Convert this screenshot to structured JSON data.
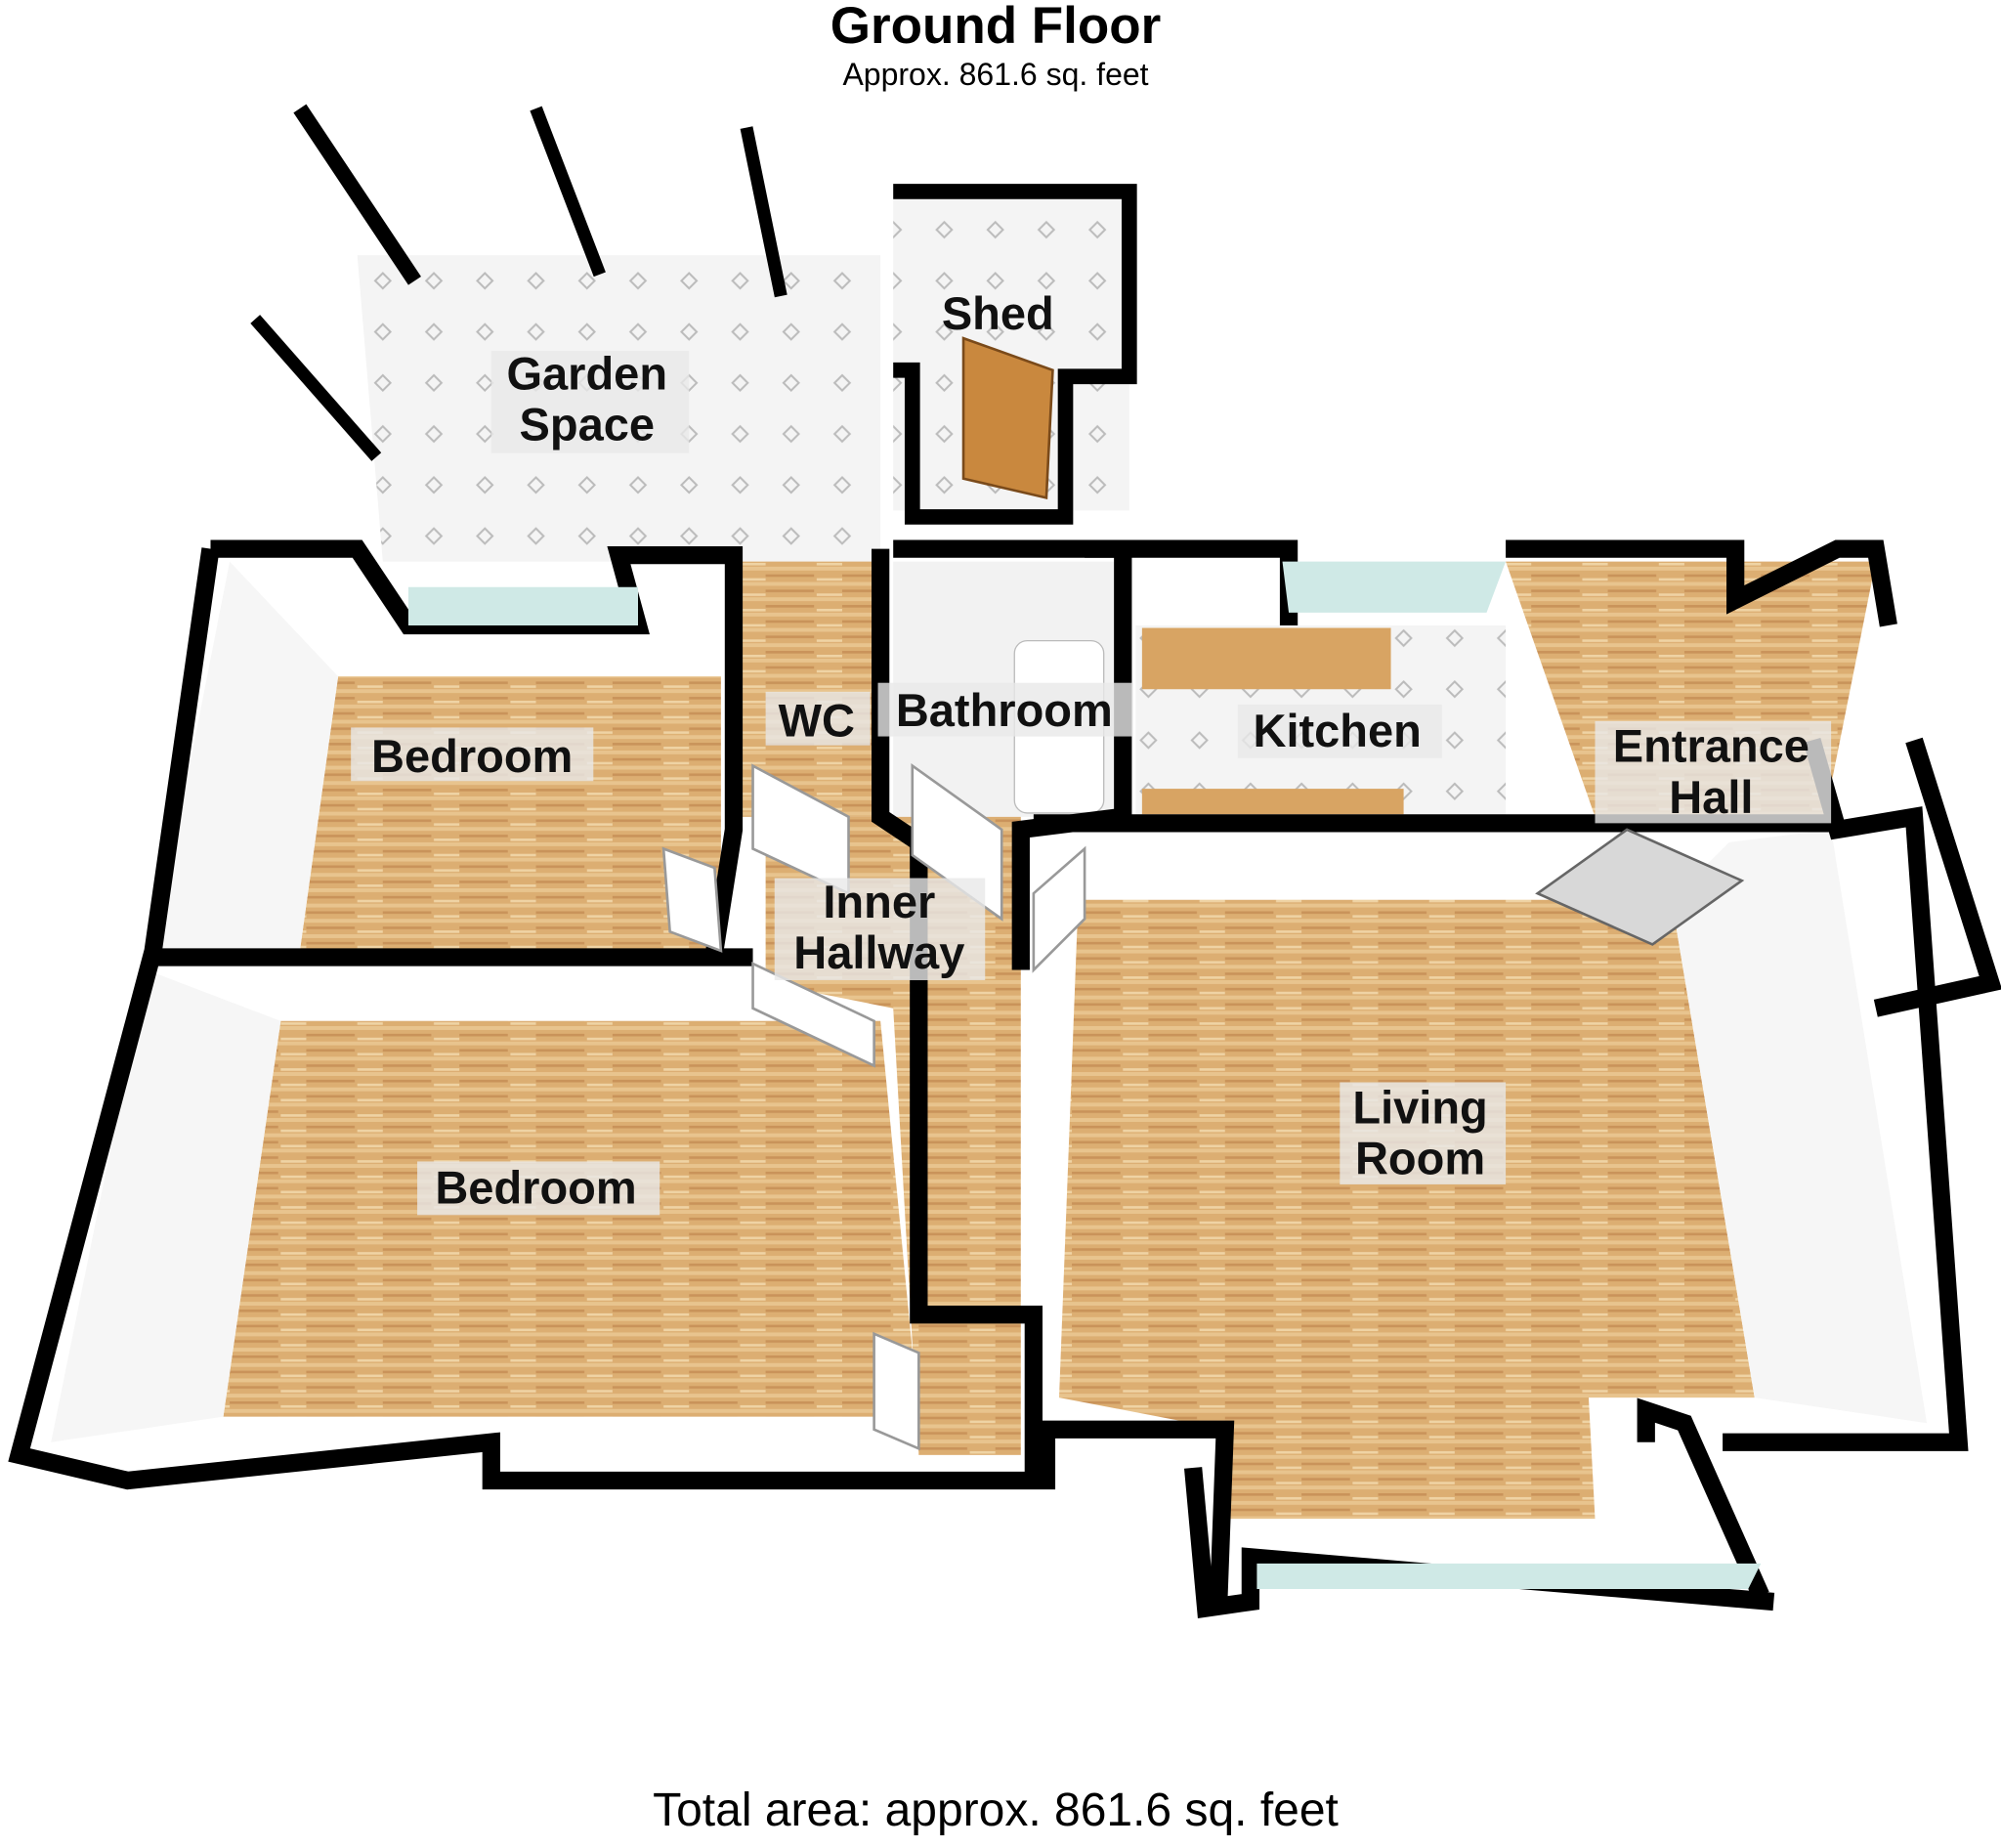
{
  "header": {
    "title": "Ground Floor",
    "subtitle": "Approx. 861.6 sq. feet"
  },
  "rooms": {
    "garden_line1": "Garden",
    "garden_line2": "Space",
    "shed": "Shed",
    "bedroom_1": "Bedroom",
    "wc": "WC",
    "bathroom": "Bathroom",
    "kitchen": "Kitchen",
    "entrance_line1": "Entrance",
    "entrance_line2": "Hall",
    "inner_line1": "Inner",
    "inner_line2": "Hallway",
    "bedroom_2": "Bedroom",
    "living_line1": "Living",
    "living_line2": "Room"
  },
  "footer": {
    "total": "Total area: approx. 861.6 sq. feet"
  },
  "colors": {
    "wall": "#000000",
    "wood": "#d9a96a",
    "tile": "#f2f2f2",
    "window": "#cfe9e6"
  }
}
